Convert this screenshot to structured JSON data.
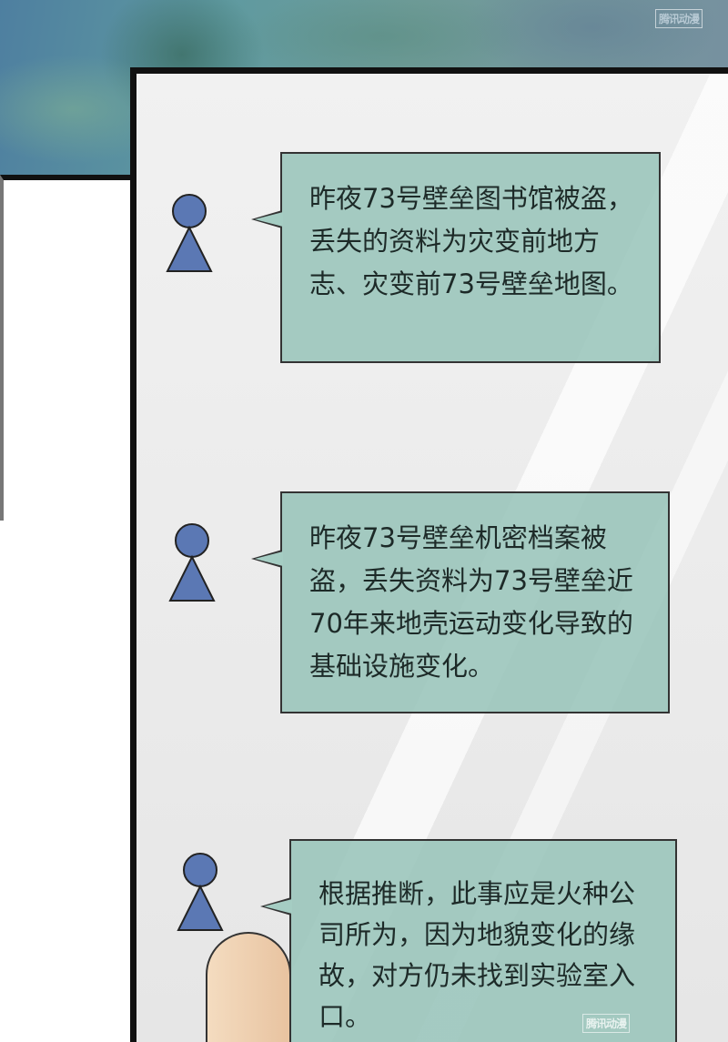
{
  "watermark": "腾讯动漫",
  "messages": [
    {
      "text": "昨夜73号壁垒图书馆被盗，丢失的资料为灾变前地方志、灾变前73号壁垒地图。"
    },
    {
      "text": "昨夜73号壁垒机密档案被盗，丢失资料为73号壁垒近70年来地壳运动变化导致的基础设施变化。"
    },
    {
      "text": "根据推断，此事应是火种公司所为，因为地貌变化的缘故，对方仍未找到实验室入口。"
    }
  ],
  "colors": {
    "bubble": "#96c3b9",
    "avatar": "#5b78b4",
    "border": "#111111"
  }
}
